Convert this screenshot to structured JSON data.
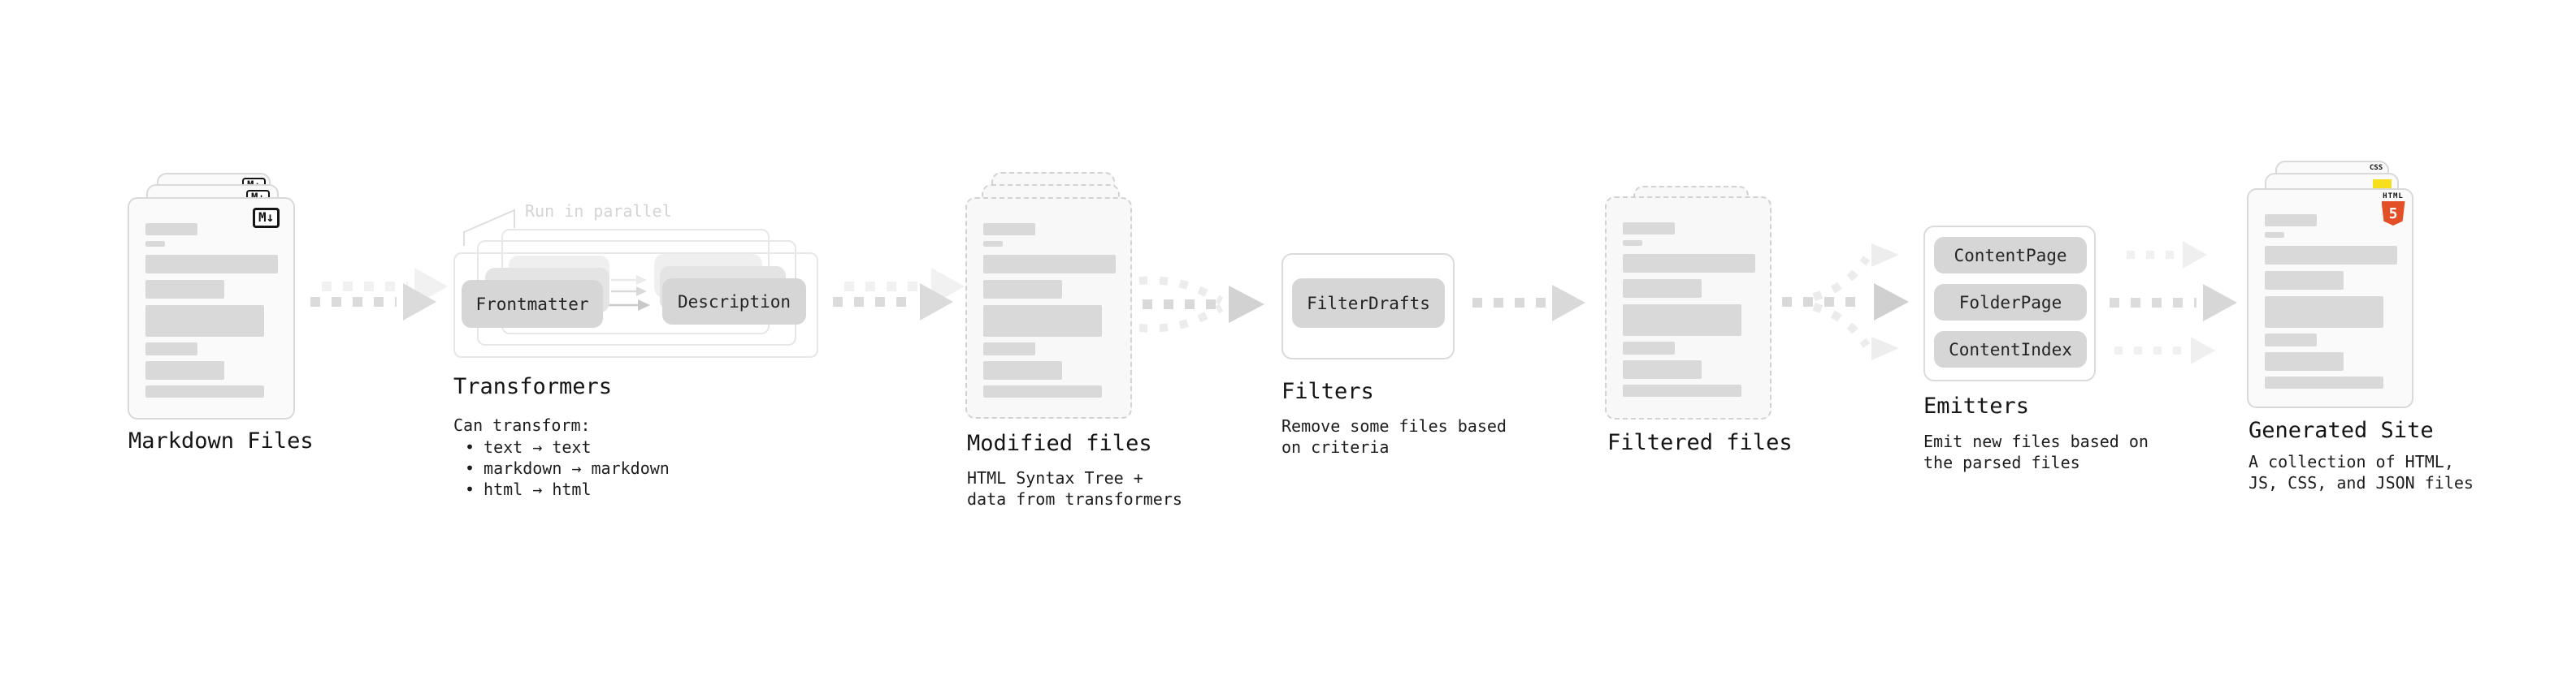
{
  "diagram": {
    "nodes": {
      "markdown_files": {
        "label": "Markdown Files",
        "badge": "M↓"
      },
      "transformers": {
        "label": "Transformers",
        "note": "Run in parallel",
        "pill_left": "Frontmatter",
        "pill_right": "Description",
        "desc_title": "Can transform:",
        "bullet": "•",
        "bullets": [
          "text → text",
          "markdown → markdown",
          "html → html"
        ]
      },
      "modified_files": {
        "label": "Modified files",
        "desc_line1": "HTML Syntax Tree +",
        "desc_line2": "data from transformers"
      },
      "filters": {
        "label": "Filters",
        "pill": "FilterDrafts",
        "desc_line1": "Remove some files based",
        "desc_line2": "on criteria"
      },
      "filtered_files": {
        "label": "Filtered files"
      },
      "emitters": {
        "label": "Emitters",
        "pills": [
          "ContentPage",
          "FolderPage",
          "ContentIndex"
        ],
        "desc_line1": "Emit new files based on",
        "desc_line2": "the parsed files"
      },
      "generated_site": {
        "label": "Generated Site",
        "desc_line1": "A collection of HTML,",
        "desc_line2": "JS, CSS, and JSON files",
        "css_badge": "CSS",
        "html_badge_word": "HTML",
        "html_badge_number": "5"
      }
    },
    "colors": {
      "text": "#141414",
      "muted_note": "#d4d4d4",
      "pill": "#d6d6d6",
      "placeholder_bar": "#d9d9d9",
      "card_background": "#fafafa",
      "card_border": "#d9d9d9",
      "arrow": "#dbdbdb",
      "arrow_light": "#f1f1f1",
      "html5_orange": "#e34f26",
      "js_yellow": "#f7df1e",
      "css_blue": "#2d6ae3"
    }
  }
}
